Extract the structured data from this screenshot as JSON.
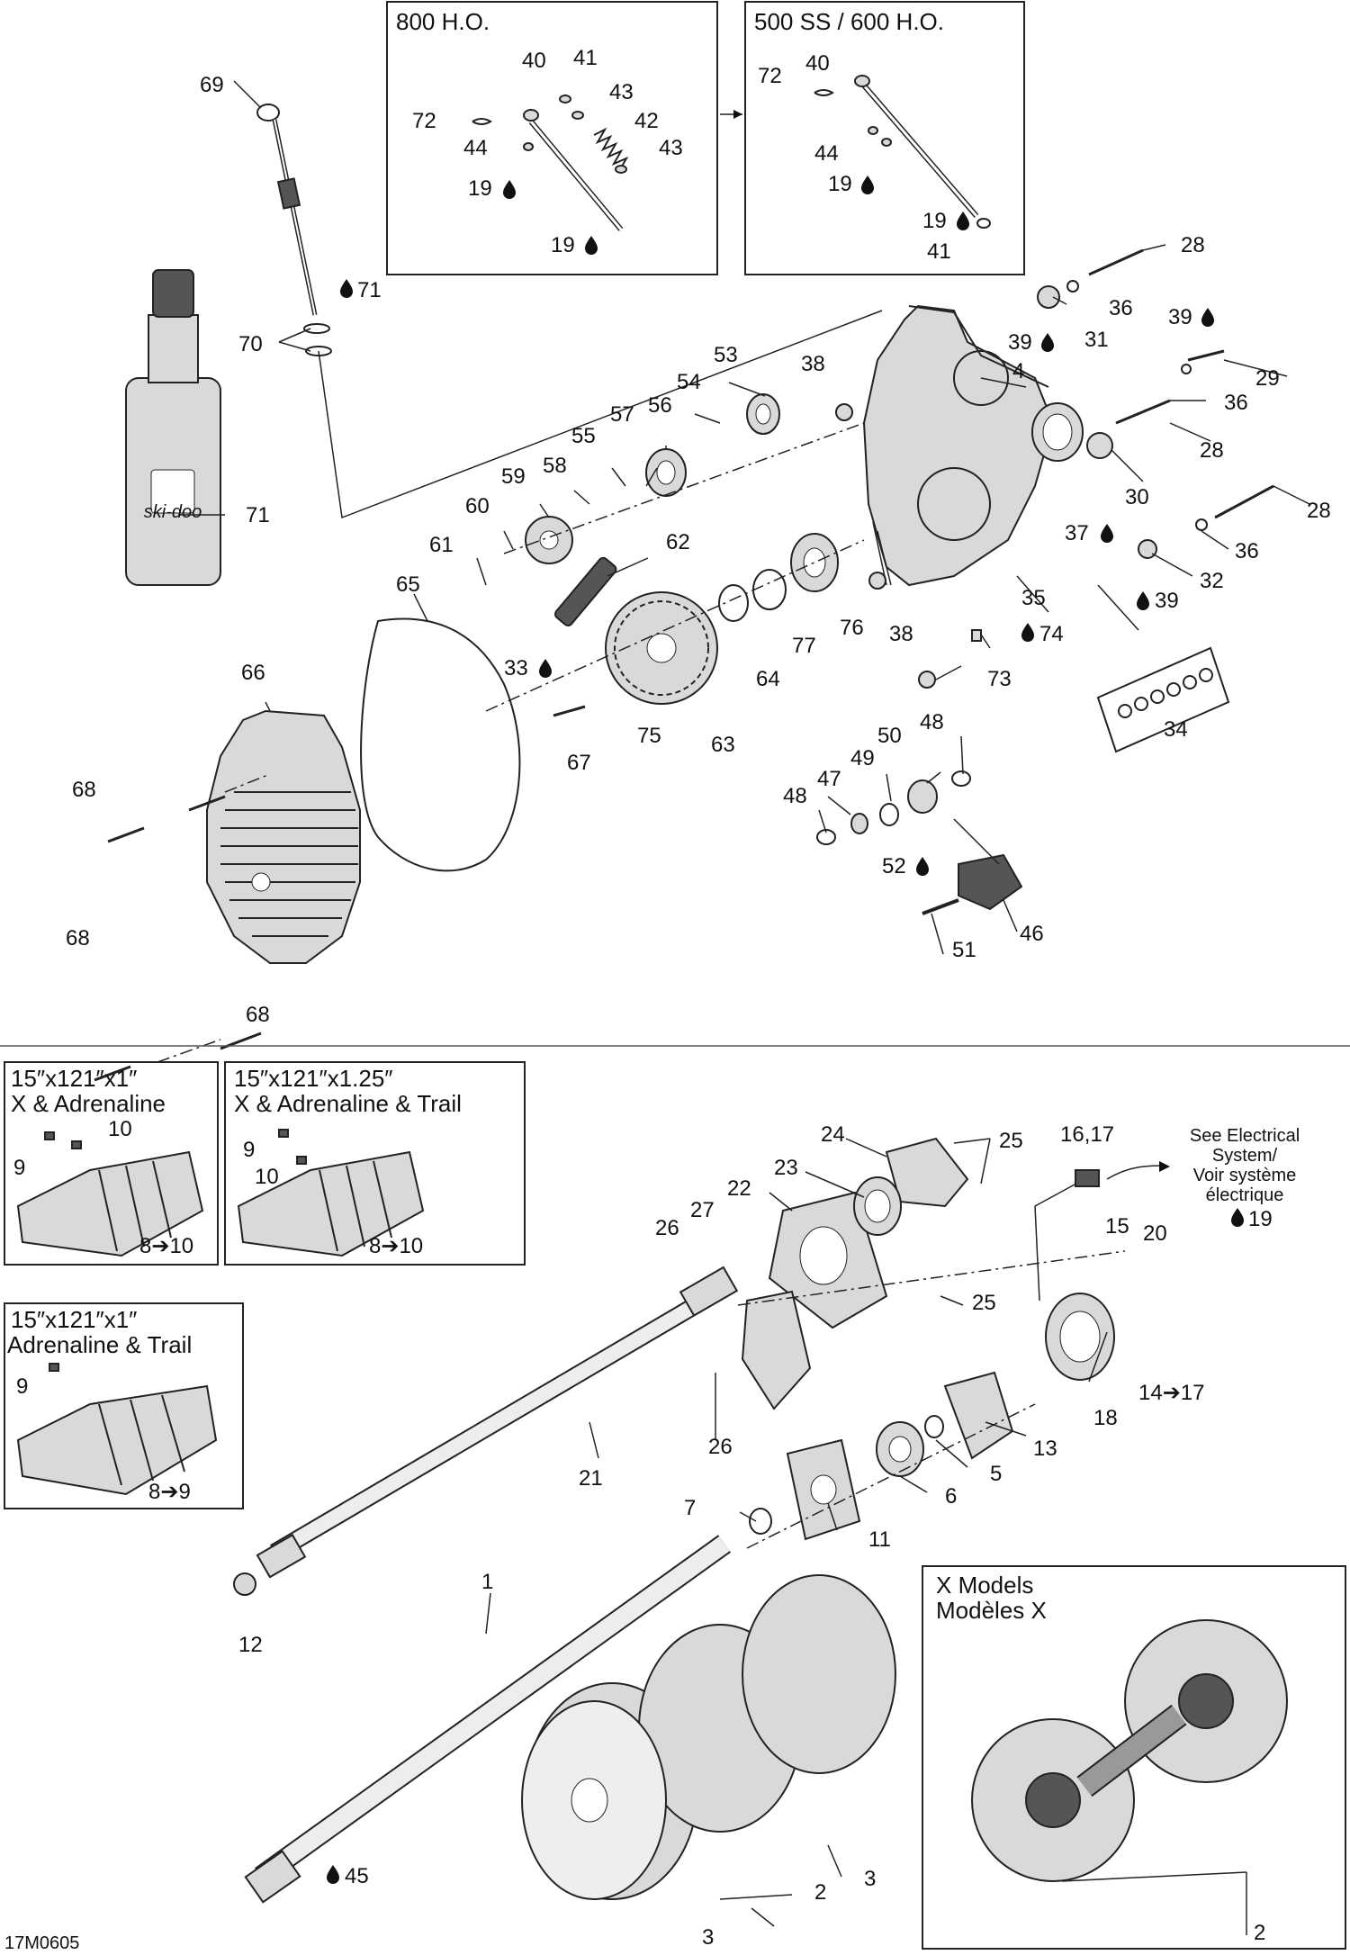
{
  "insets": {
    "ho800": "800 H.O.",
    "ss500": "500 SS / 600 H.O.",
    "track1_line1": "15″x121″x1″",
    "track1_line2": "X & Adrenaline",
    "track2_line1": "15″x121″x1.25″",
    "track2_line2": "X & Adrenaline & Trail",
    "track3_line1": "15″x121″x1″",
    "track3_line2": "Adrenaline & Trail",
    "xmodels_line1": "X Models",
    "xmodels_line2": "Modèles X"
  },
  "note": {
    "line1": "See Electrical",
    "line2": "System/",
    "line3": "Voir système",
    "line4": "électrique"
  },
  "bottle_brand": "ski-doo",
  "drawing_number": "17M0605",
  "labels": {
    "l69": "69",
    "l70": "70",
    "l71a": "71",
    "l71b": "71",
    "l40a": "40",
    "l41a": "41",
    "l43a": "43",
    "l42": "42",
    "l43b": "43",
    "l72a": "72",
    "l44a": "44",
    "l19a": "19",
    "l19b": "19",
    "l40b": "40",
    "l72b": "72",
    "l44b": "44",
    "l19c": "19",
    "l19d": "19",
    "l41b": "41",
    "l28a": "28",
    "l36a": "36",
    "l31": "31",
    "l39a": "39",
    "l39b": "39",
    "l29": "29",
    "l36b": "36",
    "l28b": "28",
    "l30": "30",
    "l28c": "28",
    "l36c": "36",
    "l37": "37",
    "l32": "32",
    "l39c": "39",
    "l4": "4",
    "l38a": "38",
    "l53": "53",
    "l54": "54",
    "l56": "56",
    "l57": "57",
    "l55": "55",
    "l58": "58",
    "l59": "59",
    "l60": "60",
    "l61": "61",
    "l62": "62",
    "l65": "65",
    "l66": "66",
    "l68a": "68",
    "l68b": "68",
    "l68c": "68",
    "l33": "33",
    "l67": "67",
    "l75": "75",
    "l63": "63",
    "l64": "64",
    "l77": "77",
    "l76": "76",
    "l38b": "38",
    "l35": "35",
    "l74": "74",
    "l73": "73",
    "l34": "34",
    "l48a": "48",
    "l50": "50",
    "l49": "49",
    "l47": "47",
    "l48b": "48",
    "l52": "52",
    "l51": "51",
    "l46": "46",
    "l10a": "10",
    "l9a": "9",
    "l8a": "8➔10",
    "l9b": "9",
    "l10b": "10",
    "l8b": "8➔10",
    "l9c": "9",
    "l8c": "8➔9",
    "l24": "24",
    "l25a": "25",
    "l1617": "16,17",
    "l15": "15",
    "l23": "23",
    "l22": "22",
    "l27": "27",
    "l26a": "26",
    "l20": "20",
    "l19e": "19",
    "l25b": "25",
    "l26b": "26",
    "l21": "21",
    "l18": "18",
    "l13": "13",
    "l1417": "14➔17",
    "l5": "5",
    "l6": "6",
    "l7": "7",
    "l11": "11",
    "l12": "12",
    "l1": "1",
    "l2a": "2",
    "l3a": "3",
    "l3b": "3",
    "l45": "45",
    "l2b": "2"
  }
}
